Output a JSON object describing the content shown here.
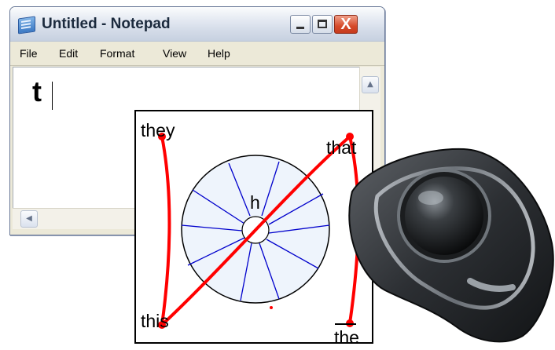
{
  "notepad": {
    "title": "Untitled - Notepad",
    "menu": [
      "File",
      "Edit",
      "Format",
      "View",
      "Help"
    ],
    "text": "t",
    "close_glyph": "X"
  },
  "gesture_panel": {
    "words": {
      "top_left": "they",
      "top_right": "that",
      "bottom_left": "this",
      "bottom_right": "the",
      "center": "h"
    },
    "trace_color": "#ff0000",
    "wheel_fill": "#eef4fc",
    "spoke_color": "#0000cc"
  },
  "device": {
    "icon": "trackball-icon"
  }
}
